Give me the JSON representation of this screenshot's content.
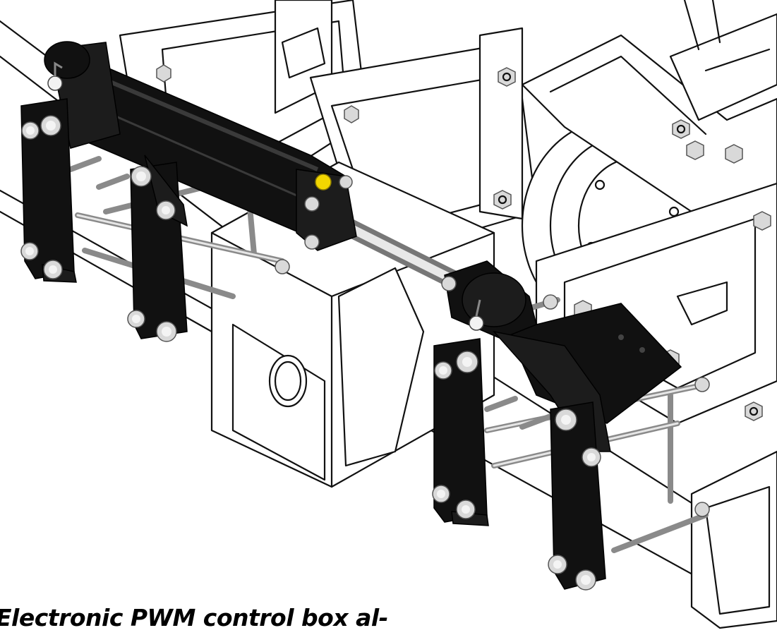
{
  "caption": {
    "text": "Electronic PWM control box al-"
  },
  "colors": {
    "background": "#ffffff",
    "linework": "#111111",
    "cylinder": "#111111",
    "brackets": "#111111",
    "rods": "#a8a8a8",
    "fitting": "#f2d600"
  },
  "icons": [
    "hydraulic-cylinder",
    "mounting-bracket",
    "u-bolt",
    "hex-bolt",
    "linchpin"
  ]
}
